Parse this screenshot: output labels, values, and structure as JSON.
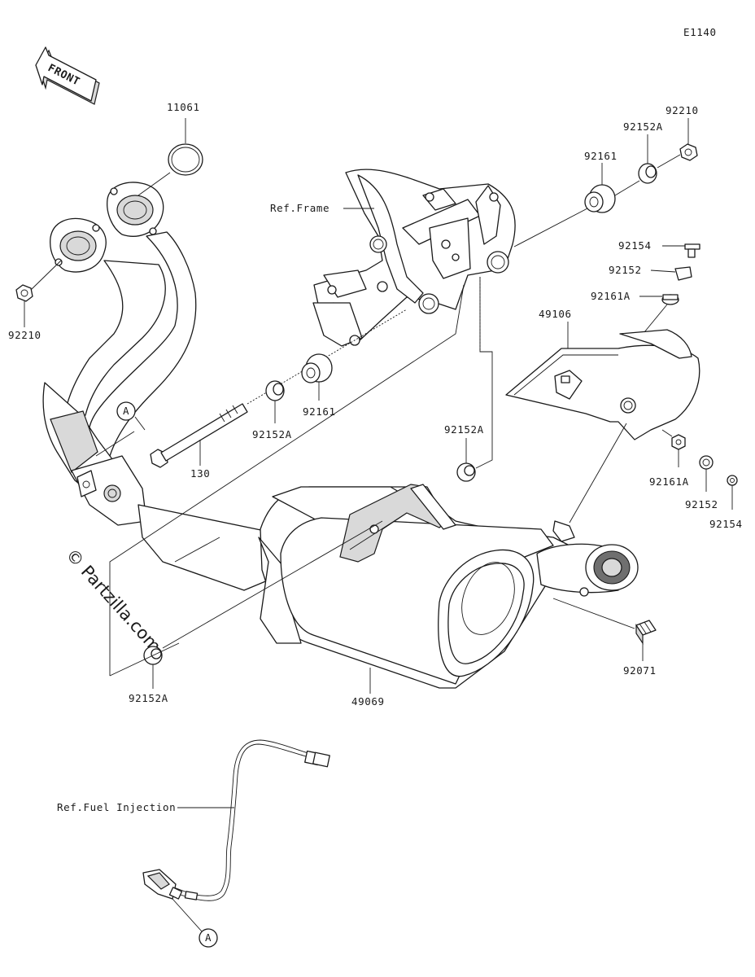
{
  "diagram_code": "E1140",
  "front_label": "FRONT",
  "watermark": "© Partzilla.com",
  "callouts": {
    "c_11061": "11061",
    "c_92210_top": "92210",
    "c_92152A_top": "92152A",
    "c_92161_top": "92161",
    "ref_frame": "Ref.Frame",
    "c_92154_top": "92154",
    "c_92152_top": "92152",
    "c_92161A_top": "92161A",
    "c_49106": "49106",
    "c_92210_left": "92210",
    "c_92161_mid": "92161",
    "c_92152A_mid": "92152A",
    "c_130": "130",
    "c_92152A_right": "92152A",
    "c_92161A_bottom": "92161A",
    "c_92152_bottom": "92152",
    "c_92154_bottom": "92154",
    "c_92071": "92071",
    "c_92152A_bottom": "92152A",
    "c_49069": "49069",
    "ref_fuel_injection": "Ref.Fuel Injection",
    "marker_a_upper": "A",
    "marker_a_lower": "A"
  }
}
